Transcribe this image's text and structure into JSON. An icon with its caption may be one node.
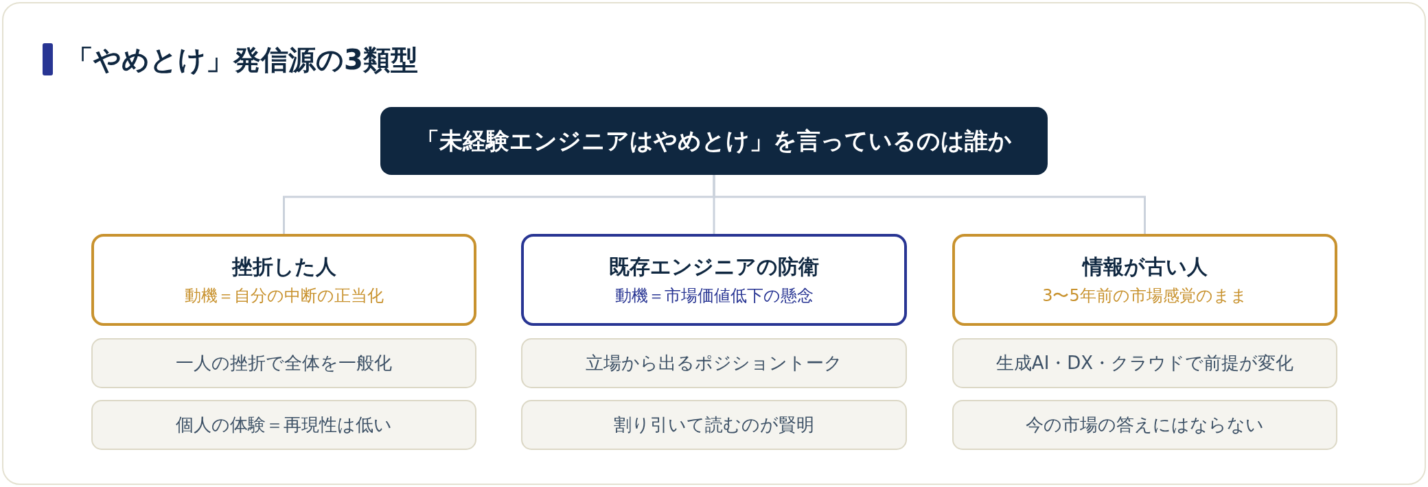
{
  "diagram": {
    "title": "「やめとけ」発信源の3類型",
    "nodes": [
      {
        "text": [
          "「未経験エンジニアはやめとけ」を言っているのは誰か"
        ]
      },
      {
        "text": [
          "挫折した人",
          "動機＝自分の中断の正当化"
        ]
      },
      {
        "text": [
          "既存エンジニアの防衛",
          "動機＝市場価値低下の懸念"
        ]
      },
      {
        "text": [
          "情報が古い人",
          "3〜5年前の市場感覚のまま"
        ]
      },
      {
        "text": [
          "一人の挫折で全体を一般化"
        ]
      },
      {
        "text": [
          "立場から出るポジショントーク"
        ]
      },
      {
        "text": [
          "生成AI・DX・クラウドで前提が変化"
        ]
      },
      {
        "text": [
          "個人の体験＝再現性は低い"
        ]
      },
      {
        "text": [
          "割り引いて読むのが賢明"
        ]
      },
      {
        "text": [
          "今の市場の答えにはならない"
        ]
      }
    ],
    "edges": [
      {
        "from": 0,
        "to": 1,
        "arrow": "none"
      },
      {
        "from": 0,
        "to": 2,
        "arrow": "none"
      },
      {
        "from": 0,
        "to": 3,
        "arrow": "none"
      }
    ]
  }
}
